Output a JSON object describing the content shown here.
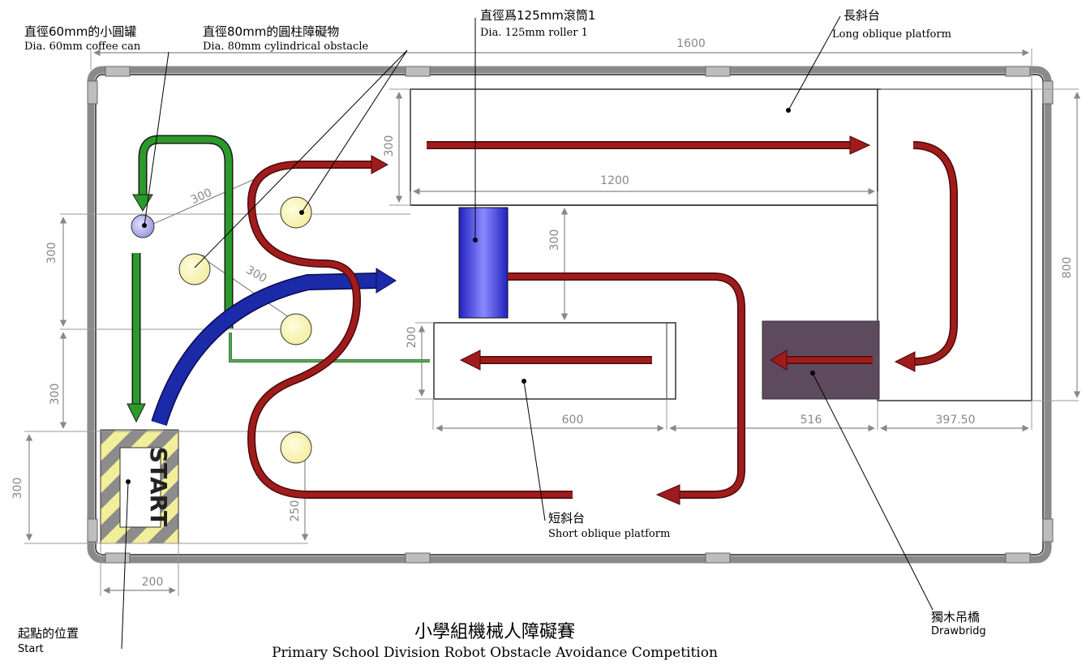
{
  "title": {
    "cn": "小學組機械人障礙賽",
    "en": "Primary School Division Robot Obstacle Avoidance Competition"
  },
  "labels": {
    "coffee_can": {
      "cn": "直徑60mm的小圓罐",
      "en": "Dia. 60mm coffee can"
    },
    "cylinder": {
      "cn": "直徑80mm的圓柱障礙物",
      "en": "Dia. 80mm cylindrical obstacle"
    },
    "roller": {
      "cn": "直徑爲125mm滾筒1",
      "en": "Dia. 125mm roller 1"
    },
    "long_platform": {
      "cn": "長斜台",
      "en": "Long oblique platform"
    },
    "short_platform": {
      "cn": "短斜台",
      "en": "Short oblique platform"
    },
    "drawbridge": {
      "cn": "獨木吊橋",
      "en": "Drawbridg"
    },
    "start_point": {
      "cn": "起點的位置",
      "en": "Start"
    },
    "start_box": "START"
  },
  "dimensions": {
    "field_width": "1600",
    "field_height": "800",
    "long_platform_length": "1200",
    "long_platform_depth": "300",
    "roller_gap": "300",
    "short_platform_length": "600",
    "short_platform_depth": "200",
    "drawbridge_length": "516",
    "right_gap": "397.50",
    "can_to_cylinder": "300",
    "cylinder_spacing": "300",
    "left_upper": "300",
    "left_middle": "300",
    "left_lower": "300",
    "bottom_cylinder_offset": "250",
    "start_width": "200"
  },
  "colors": {
    "frame": "#8a8a8a",
    "red_path": "#9b1b1b",
    "green_path": "#2a8a2a",
    "blue_path": "#1a2aa0",
    "roller": "#4444dd",
    "cylinder": "#fbf6b4",
    "can": "#b8b8ee",
    "drawbridge": "#5e4a5e",
    "start_stripe": "#f2ee99"
  }
}
